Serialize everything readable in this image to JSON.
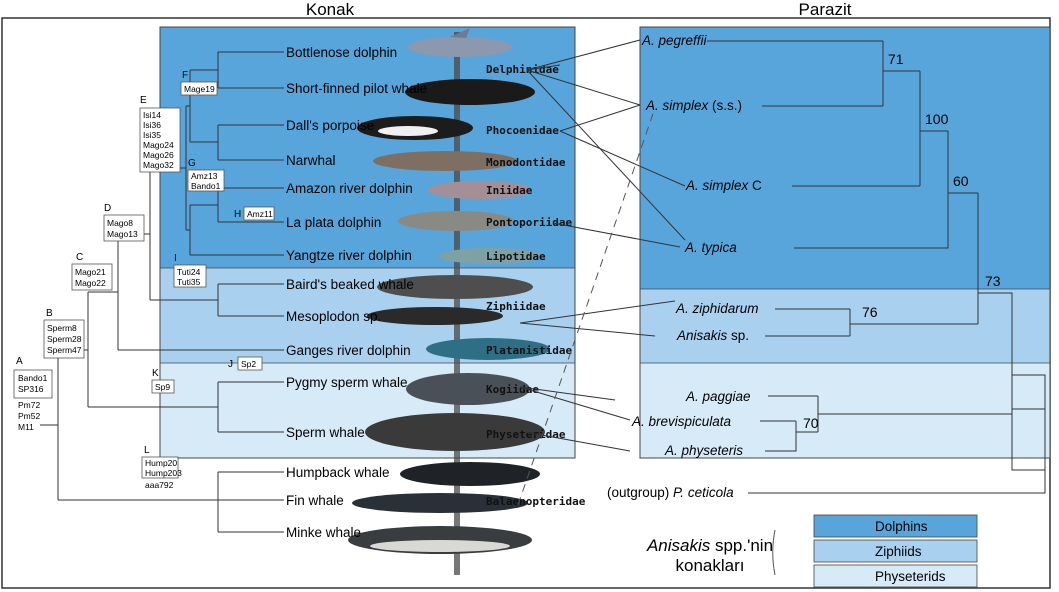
{
  "headers": {
    "host": "Konak",
    "parasite": "Parazit"
  },
  "colors": {
    "dolphins": "#58a5dc",
    "ziphiids": "#a9d1ef",
    "physeterids": "#d7eaf8",
    "frame": "#333333"
  },
  "hosts": [
    {
      "name": "Bottlenose dolphin",
      "family": "Delphinidae"
    },
    {
      "name": "Short-finned pilot whale",
      "family": ""
    },
    {
      "name": "Dall's porpoise",
      "family": "Phocoenidae"
    },
    {
      "name": "Narwhal",
      "family": "Monodontidae"
    },
    {
      "name": "Amazon river dolphin",
      "family": "Iniidae"
    },
    {
      "name": "La plata dolphin",
      "family": "Pontoporiidae"
    },
    {
      "name": "Yangtze river dolphin",
      "family": "Lipotidae"
    },
    {
      "name": "Baird's beaked whale",
      "family": ""
    },
    {
      "name": "Mesoplodon sp.",
      "family": "Ziphiidae"
    },
    {
      "name": "Ganges river dolphin",
      "family": "Platanistidae"
    },
    {
      "name": "Pygmy sperm whale",
      "family": "Kogiidae"
    },
    {
      "name": "Sperm whale",
      "family": "Physeteridae"
    },
    {
      "name": "Humpback whale",
      "family": ""
    },
    {
      "name": "Fin whale",
      "family": "Balaenopteridae"
    },
    {
      "name": "Minke whale",
      "family": ""
    }
  ],
  "clade_letters": [
    "A",
    "B",
    "C",
    "D",
    "E",
    "F",
    "G",
    "H",
    "I",
    "J",
    "K",
    "L"
  ],
  "haplotypes": {
    "A": [
      "Bando1",
      "SP316",
      "Pm72",
      "Pm52",
      "M11"
    ],
    "B": [
      "Sperm8",
      "Sperm28",
      "Sperm47"
    ],
    "C": [
      "Mago21",
      "Mago22"
    ],
    "D": [
      "Mago8",
      "Mago13"
    ],
    "E": [
      "Isi14",
      "Isi36",
      "Isi35",
      "Mago24",
      "Mago26",
      "Mago32"
    ],
    "F": [
      "Mage19"
    ],
    "G": [
      "Amz13",
      "Bando1"
    ],
    "H": [
      "Amz11"
    ],
    "I": [
      "Tuti24",
      "Tuti35"
    ],
    "J": [
      "Sp2"
    ],
    "K": [
      "Sp9"
    ],
    "L": [
      "Hump20",
      "Hump203",
      "aaa792"
    ]
  },
  "parasites": [
    {
      "italic": "A. pegreffii",
      "suffix": ""
    },
    {
      "italic": "A. simplex",
      "suffix": " (s.s.)"
    },
    {
      "italic": "A. simplex",
      "suffix": " C"
    },
    {
      "italic": "A. typica",
      "suffix": ""
    },
    {
      "italic": "A. ziphidarum",
      "suffix": ""
    },
    {
      "italic": "Anisakis",
      "suffix": " sp."
    },
    {
      "italic": "A. paggiae",
      "suffix": ""
    },
    {
      "italic": "A. brevispiculata",
      "suffix": ""
    },
    {
      "italic": "A. physeteris",
      "suffix": ""
    }
  ],
  "outgroup": {
    "prefix": "(outgroup) ",
    "italic": "P. ceticola"
  },
  "bootstrap": [
    "71",
    "100",
    "60",
    "73",
    "76",
    "70"
  ],
  "legend": {
    "title_italic": "Anisakis",
    "title_rest": " spp.'nin",
    "title_line2": "konakları",
    "items": [
      "Dolphins",
      "Ziphiids",
      "Physeterids"
    ]
  }
}
